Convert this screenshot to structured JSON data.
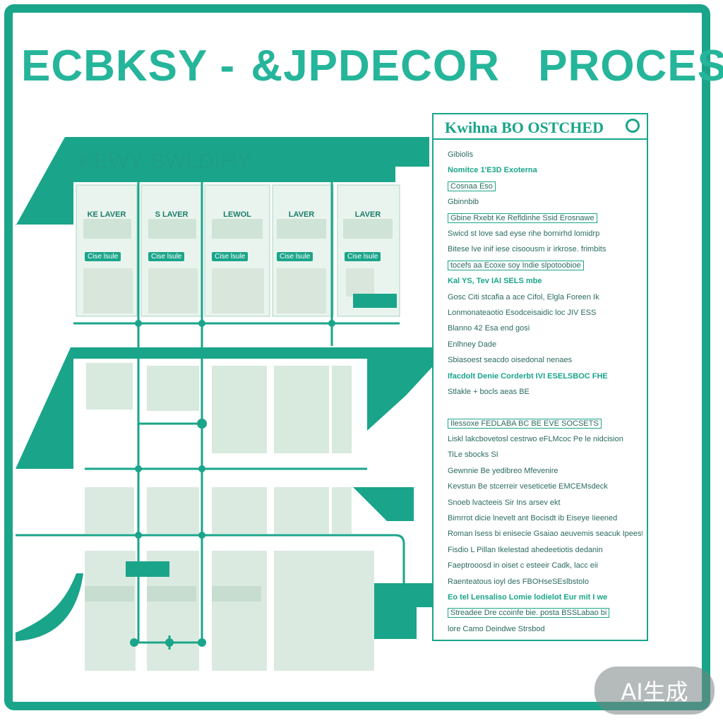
{
  "title": {
    "part1": "ECBKSY - ",
    "part2": "&JPDECOR",
    "part3": "PROCESS"
  },
  "section_label": "KEWY SWLDIHY",
  "columns": [
    {
      "head": "KE LAVER",
      "tag": "Cise lsule"
    },
    {
      "head": "S LAVER",
      "tag": "Cise lsule"
    },
    {
      "head": "LEWOL",
      "tag": "Cise lsule"
    },
    {
      "head": "LAVER",
      "tag": "Cise lsule"
    },
    {
      "head": "LAVER",
      "tag": "Cise lsule"
    }
  ],
  "panel": {
    "header": "Kwihna BO OSTCHED",
    "lines": [
      {
        "text": "Gibiolis",
        "style": "plain"
      },
      {
        "text": "Nomitce 1'E3D Exoterna",
        "style": "hl"
      },
      {
        "text": "Cosnaa Eso",
        "style": "box"
      },
      {
        "text": "Gbinnbib",
        "style": "plain"
      },
      {
        "text": "Gbine Rxebt Ke Refldinhe Ssid Erosnawe",
        "style": "box"
      },
      {
        "text": "Swicd st love sad eyse rihe bornirhd lomidrp",
        "style": "plain"
      },
      {
        "text": "Bitese lve inif iese cisoousm ir irkrose. frimbits",
        "style": "plain"
      },
      {
        "text": "tocefs aa Ecoxe soy Indie slpotoobioe",
        "style": "box"
      },
      {
        "text": "Kal YS, Tev IAI SELS mbe",
        "style": "hl"
      },
      {
        "text": "Gosc Citi stcafia a ace Cifol, Elgla Foreen Ik",
        "style": "plain"
      },
      {
        "text": "Lonmonateaotio Esodceisaidic loc JIV ESS",
        "style": "plain"
      },
      {
        "text": "Blanno 42 Esa end gosi",
        "style": "plain"
      },
      {
        "text": "Enlhney Dade",
        "style": "plain"
      },
      {
        "text": "Sbiasoest seacdo oisedonal nenaes",
        "style": "plain"
      },
      {
        "text": "Ifacdolt Denie Corderbt IVI ESELSBOC FHE",
        "style": "hl"
      },
      {
        "text": "Stlakle + bocls aeas BE",
        "style": "plain"
      },
      {
        "text": "",
        "style": "gap"
      },
      {
        "text": "Ilessoxe FEDLABA BC BE EVE SOCSETS",
        "style": "box"
      },
      {
        "text": "Liskl lakcbovetosl cestrwo eFLMcoc Pe le nidcision",
        "style": "plain"
      },
      {
        "text": "TiLe sbocks SI",
        "style": "plain"
      },
      {
        "text": "Gewnnie Be yedibreo Mfevenire",
        "style": "plain"
      },
      {
        "text": "Kevstun Be stcerreir veseticetie EMCEMsdeck",
        "style": "plain"
      },
      {
        "text": "Snoeb lvacteeis Sir Ins arsev ekt",
        "style": "plain"
      },
      {
        "text": "Bimrrot dicie lnevelt ant Bocisdt ib Eiseye Iieened",
        "style": "plain"
      },
      {
        "text": "Roman lsess bi enisecie Gsaiao aeuvemis seacuk Ipeest",
        "style": "plain"
      },
      {
        "text": "Fisdio L Pillan Ikelestad ahedeetiotis dedanin",
        "style": "plain"
      },
      {
        "text": "Faeptrooosd in oiset c esteeir Cadk, lacc eii",
        "style": "plain"
      },
      {
        "text": "Raenteatous ioyl des FBOHseSEslbstolo",
        "style": "plain"
      },
      {
        "text": "Eo tel Lensaliso Lomie lodielot Eur mit I we",
        "style": "hl"
      },
      {
        "text": "Streadee Dre ccoinfe bie. posta BSSLabao bi",
        "style": "box"
      },
      {
        "text": "lore Camo Deindwe Strsbod",
        "style": "plain"
      }
    ]
  },
  "watermark": "AI生成",
  "colors": {
    "accent": "#1aa58a",
    "accent_light": "#25b59a",
    "grid_fill": "#d8e9dd"
  }
}
